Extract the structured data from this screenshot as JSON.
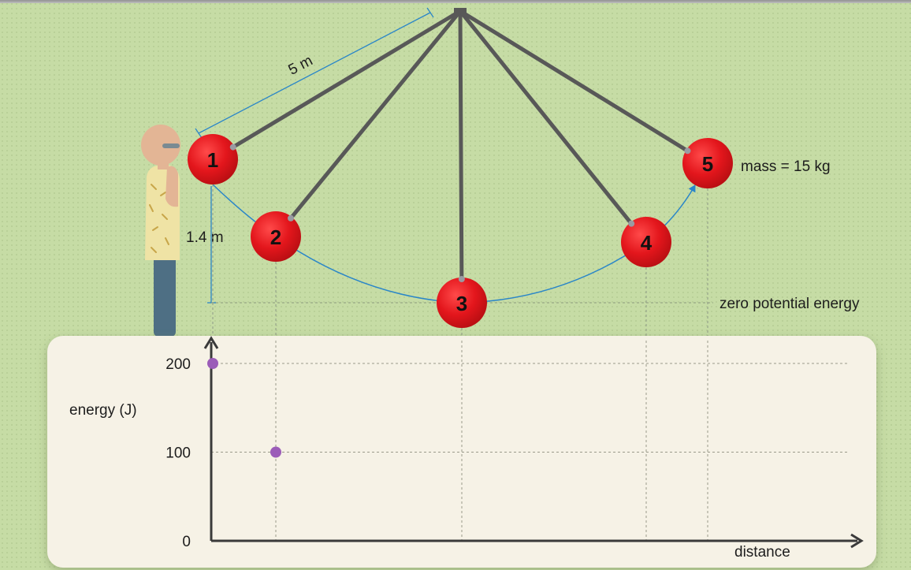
{
  "diagram": {
    "length_label": "5 m",
    "height_label": "1.4 m",
    "mass_label": "mass = 15 kg",
    "zero_label": "zero potential energy",
    "positions": [
      {
        "label": "1"
      },
      {
        "label": "2"
      },
      {
        "label": "3"
      },
      {
        "label": "4"
      },
      {
        "label": "5"
      }
    ]
  },
  "graph": {
    "ylabel": "energy (J)",
    "xlabel": "distance",
    "y_ticks": [
      "200",
      "100",
      "0"
    ],
    "points": [
      {
        "position": "1",
        "energy": 200
      },
      {
        "position": "2",
        "energy": 100
      }
    ]
  },
  "colors": {
    "background": "#c6dca5",
    "ball": "#e0161c",
    "rope": "#585858",
    "path": "#2a86c8",
    "panel": "#f6f2e6",
    "point": "#9b5cb8"
  }
}
